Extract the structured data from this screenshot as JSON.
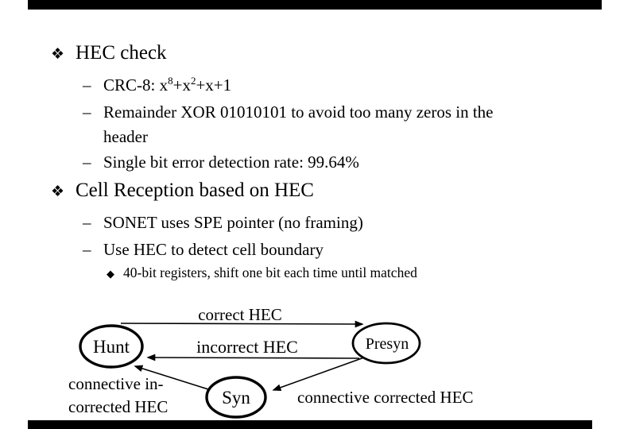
{
  "colors": {
    "text": "#000000",
    "background": "#ffffff",
    "edge_bar": "#000000"
  },
  "slide": {
    "section1": {
      "marker": "❖",
      "title": "HEC check",
      "item_crc": {
        "marker": "–",
        "p1": "CRC-8: x",
        "sup1": "8",
        "p2": "+x",
        "sup2": "2",
        "p3": "+x+1"
      },
      "item_remainder": {
        "marker": "–",
        "line1": "Remainder XOR 01010101 to avoid too many zeros in the",
        "line2": "header"
      },
      "item_error_rate": {
        "marker": "–",
        "text": "Single bit error detection rate: 99.64%"
      }
    },
    "section2": {
      "marker": "❖",
      "title": "Cell Reception based on HEC",
      "item_sonet": {
        "marker": "–",
        "text": "SONET uses SPE pointer (no framing)"
      },
      "item_usehec": {
        "marker": "–",
        "text": "Use HEC to detect cell boundary"
      },
      "item_registers": {
        "marker": "◆",
        "text": "40-bit registers, shift one bit each time until matched"
      }
    },
    "diagram": {
      "states": {
        "hunt": "Hunt",
        "presyn": "Presyn",
        "syn": "Syn"
      },
      "transitions": {
        "hunt_to_presyn": "correct HEC",
        "presyn_to_hunt": "incorrect HEC",
        "syn_to_hunt_line1": "connective in-",
        "syn_to_hunt_line2": "corrected HEC",
        "presyn_to_syn": "connective corrected HEC"
      }
    }
  }
}
